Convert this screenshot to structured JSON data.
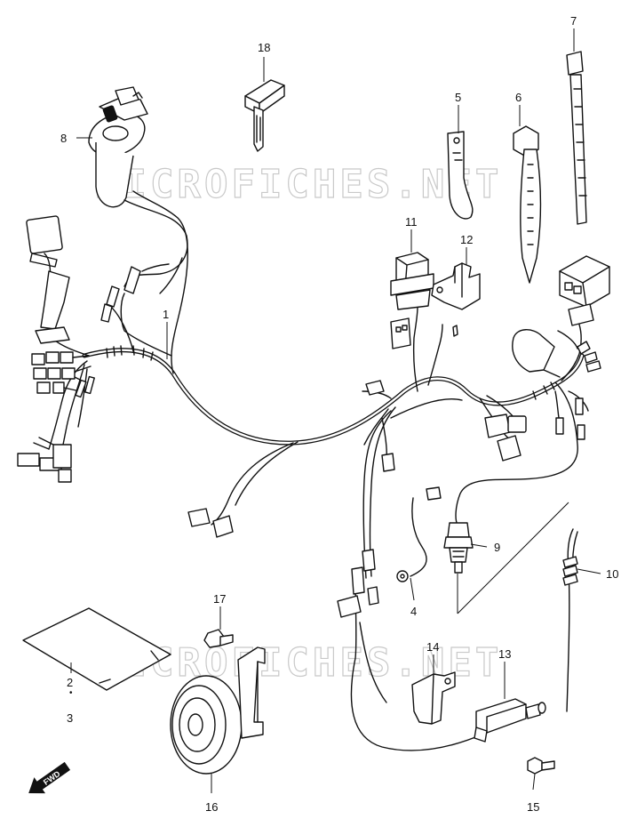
{
  "watermark": "MICROFICHES.NET",
  "callouts": {
    "c1": "1",
    "c2": "2",
    "c3": "3",
    "c4": "4",
    "c5": "5",
    "c6": "6",
    "c7": "7",
    "c8": "8",
    "c9": "9",
    "c10": "10",
    "c11": "11",
    "c12": "12",
    "c13": "13",
    "c14": "14",
    "c15": "15",
    "c16": "16",
    "c17": "17",
    "c18": "18"
  },
  "fwd_label": "FWD",
  "icons": [
    "ignition-switch-icon",
    "key-icon",
    "horn-icon",
    "relay-icon",
    "clamp-icon",
    "bolt-icon",
    "fwd-arrow-icon"
  ]
}
